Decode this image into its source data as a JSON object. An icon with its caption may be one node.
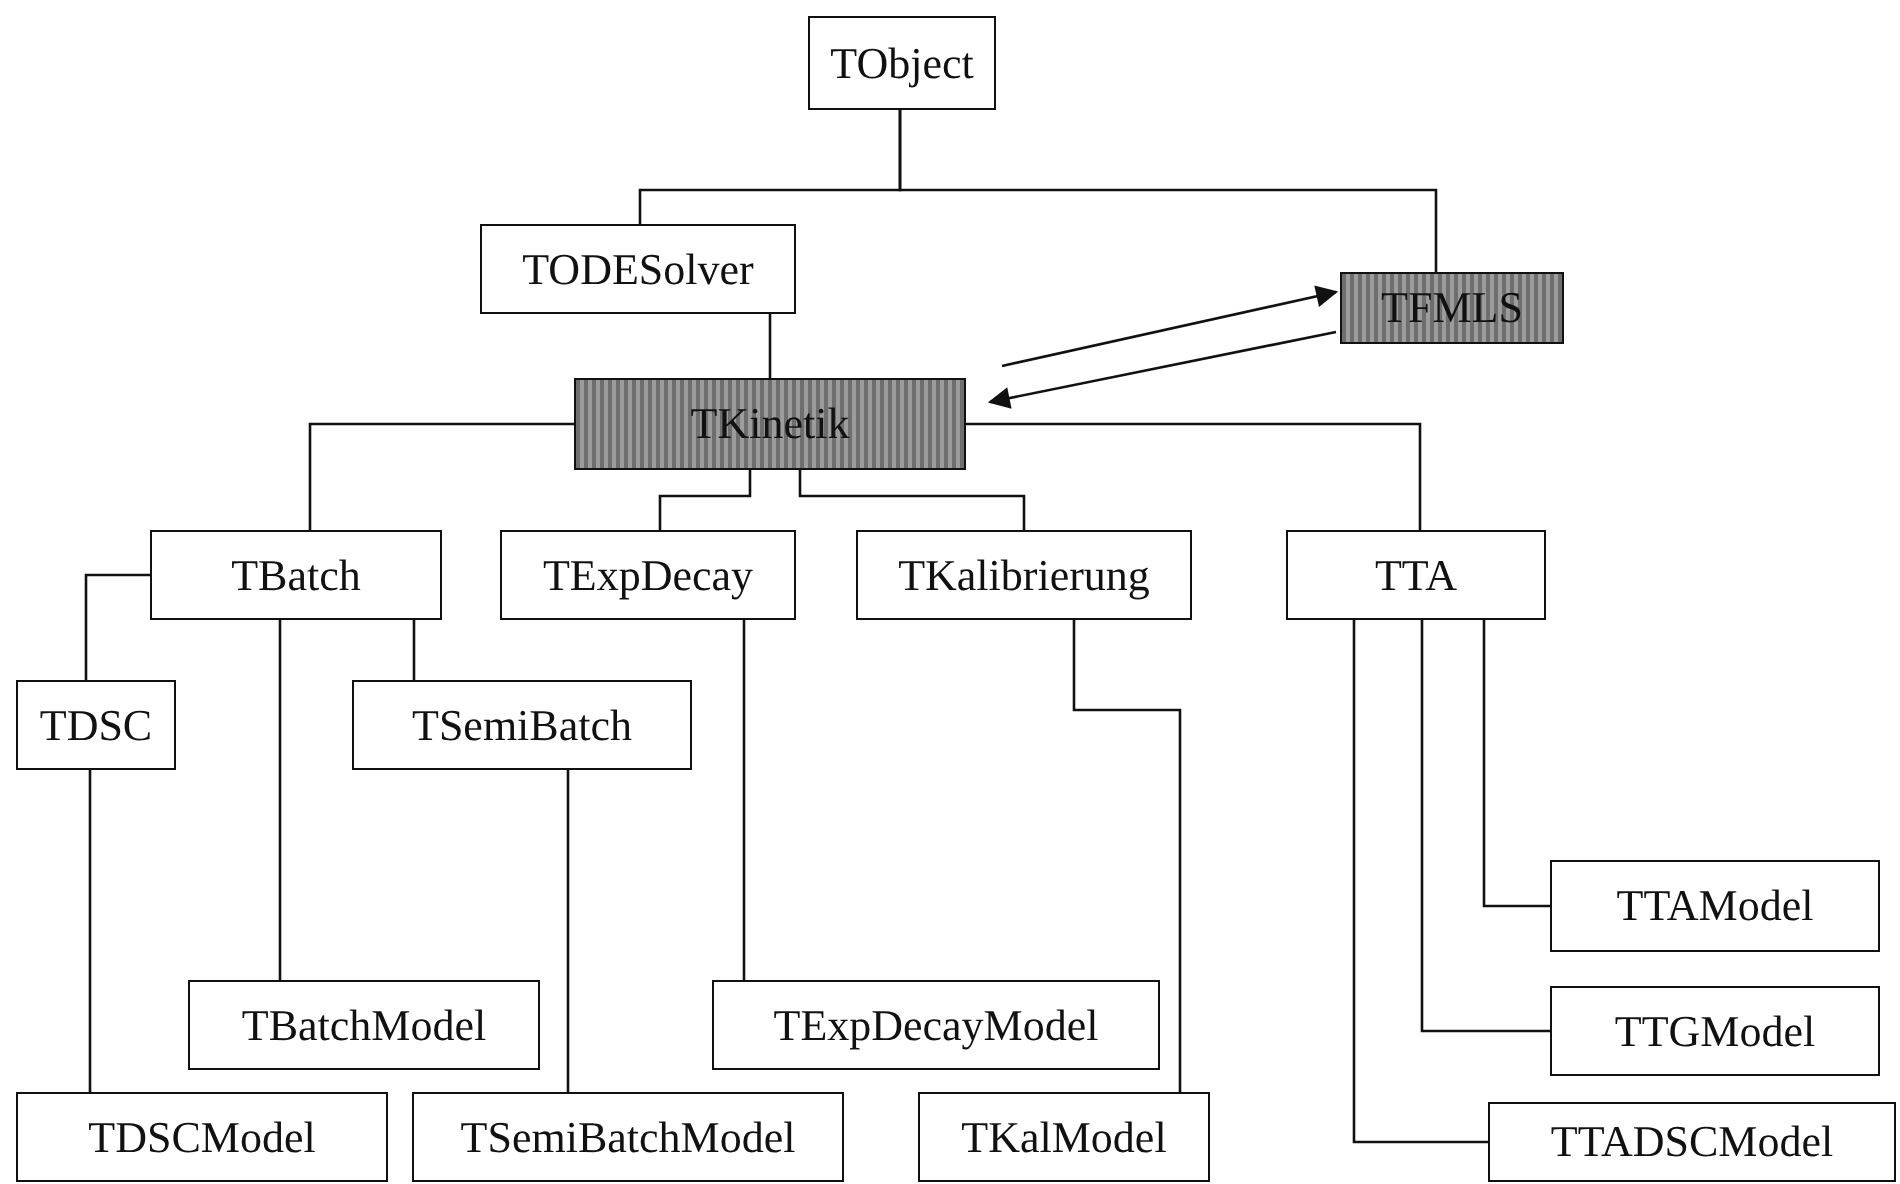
{
  "diagram": {
    "nodes": [
      {
        "text": [
          "TObject"
        ]
      },
      {
        "text": [
          "TODESolver"
        ]
      },
      {
        "text": [
          "TFMLS"
        ]
      },
      {
        "text": [
          "TKinetik"
        ]
      },
      {
        "text": [
          "TBatch"
        ]
      },
      {
        "text": [
          "TExpDecay"
        ]
      },
      {
        "text": [
          "TKalibrierung"
        ]
      },
      {
        "text": [
          "TTA"
        ]
      },
      {
        "text": [
          "TDSC"
        ]
      },
      {
        "text": [
          "TSemiBatch"
        ]
      },
      {
        "text": [
          "TBatchModel"
        ]
      },
      {
        "text": [
          "TExpDecayModel"
        ]
      },
      {
        "text": [
          "TTAModel"
        ]
      },
      {
        "text": [
          "TTGModel"
        ]
      },
      {
        "text": [
          "TDSCModel"
        ]
      },
      {
        "text": [
          "TSemiBatchModel"
        ]
      },
      {
        "text": [
          "TKalModel"
        ]
      },
      {
        "text": [
          "TTADSCModel"
        ]
      }
    ],
    "edges": [
      {
        "from": 0,
        "to": 1,
        "arrow": "none"
      },
      {
        "from": 0,
        "to": 2,
        "arrow": "none"
      },
      {
        "from": 1,
        "to": 3,
        "arrow": "none"
      },
      {
        "from": 3,
        "to": 2,
        "arrow": "to"
      },
      {
        "from": 2,
        "to": 3,
        "arrow": "to"
      },
      {
        "from": 3,
        "to": 4,
        "arrow": "none"
      },
      {
        "from": 3,
        "to": 5,
        "arrow": "none"
      },
      {
        "from": 3,
        "to": 6,
        "arrow": "none"
      },
      {
        "from": 3,
        "to": 7,
        "arrow": "none"
      },
      {
        "from": 4,
        "to": 8,
        "arrow": "none"
      },
      {
        "from": 4,
        "to": 9,
        "arrow": "none"
      },
      {
        "from": 4,
        "to": 10,
        "arrow": "none"
      },
      {
        "from": 8,
        "to": 14,
        "arrow": "none"
      },
      {
        "from": 9,
        "to": 15,
        "arrow": "none"
      },
      {
        "from": 5,
        "to": 11,
        "arrow": "none"
      },
      {
        "from": 6,
        "to": 16,
        "arrow": "none"
      },
      {
        "from": 7,
        "to": 12,
        "arrow": "none"
      },
      {
        "from": 7,
        "to": 13,
        "arrow": "none"
      },
      {
        "from": 7,
        "to": 17,
        "arrow": "none"
      }
    ]
  }
}
